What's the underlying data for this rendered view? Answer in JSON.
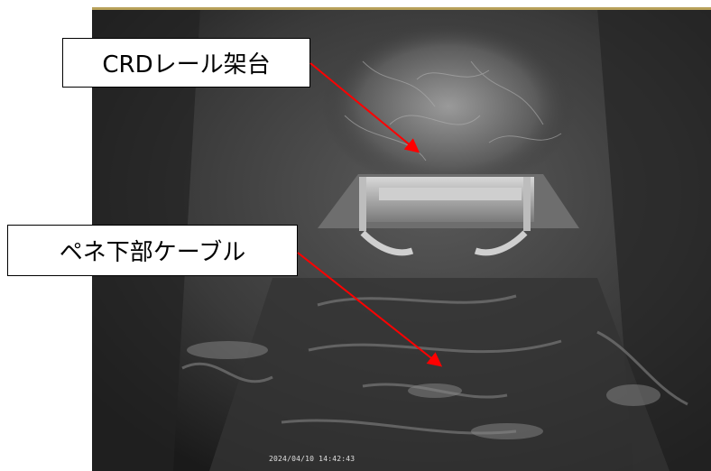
{
  "callouts": {
    "crd_rail": "CRDレール架台",
    "penetration_cable": "ペネ下部ケーブル"
  },
  "photo": {
    "timestamp": "2024/04/10 14:42:43"
  },
  "colors": {
    "arrow": "#ff0000",
    "callout_border": "#000000",
    "callout_background": "#ffffff",
    "photo_dark": "#2b2b2b",
    "photo_top_line": "#b8a15a"
  }
}
